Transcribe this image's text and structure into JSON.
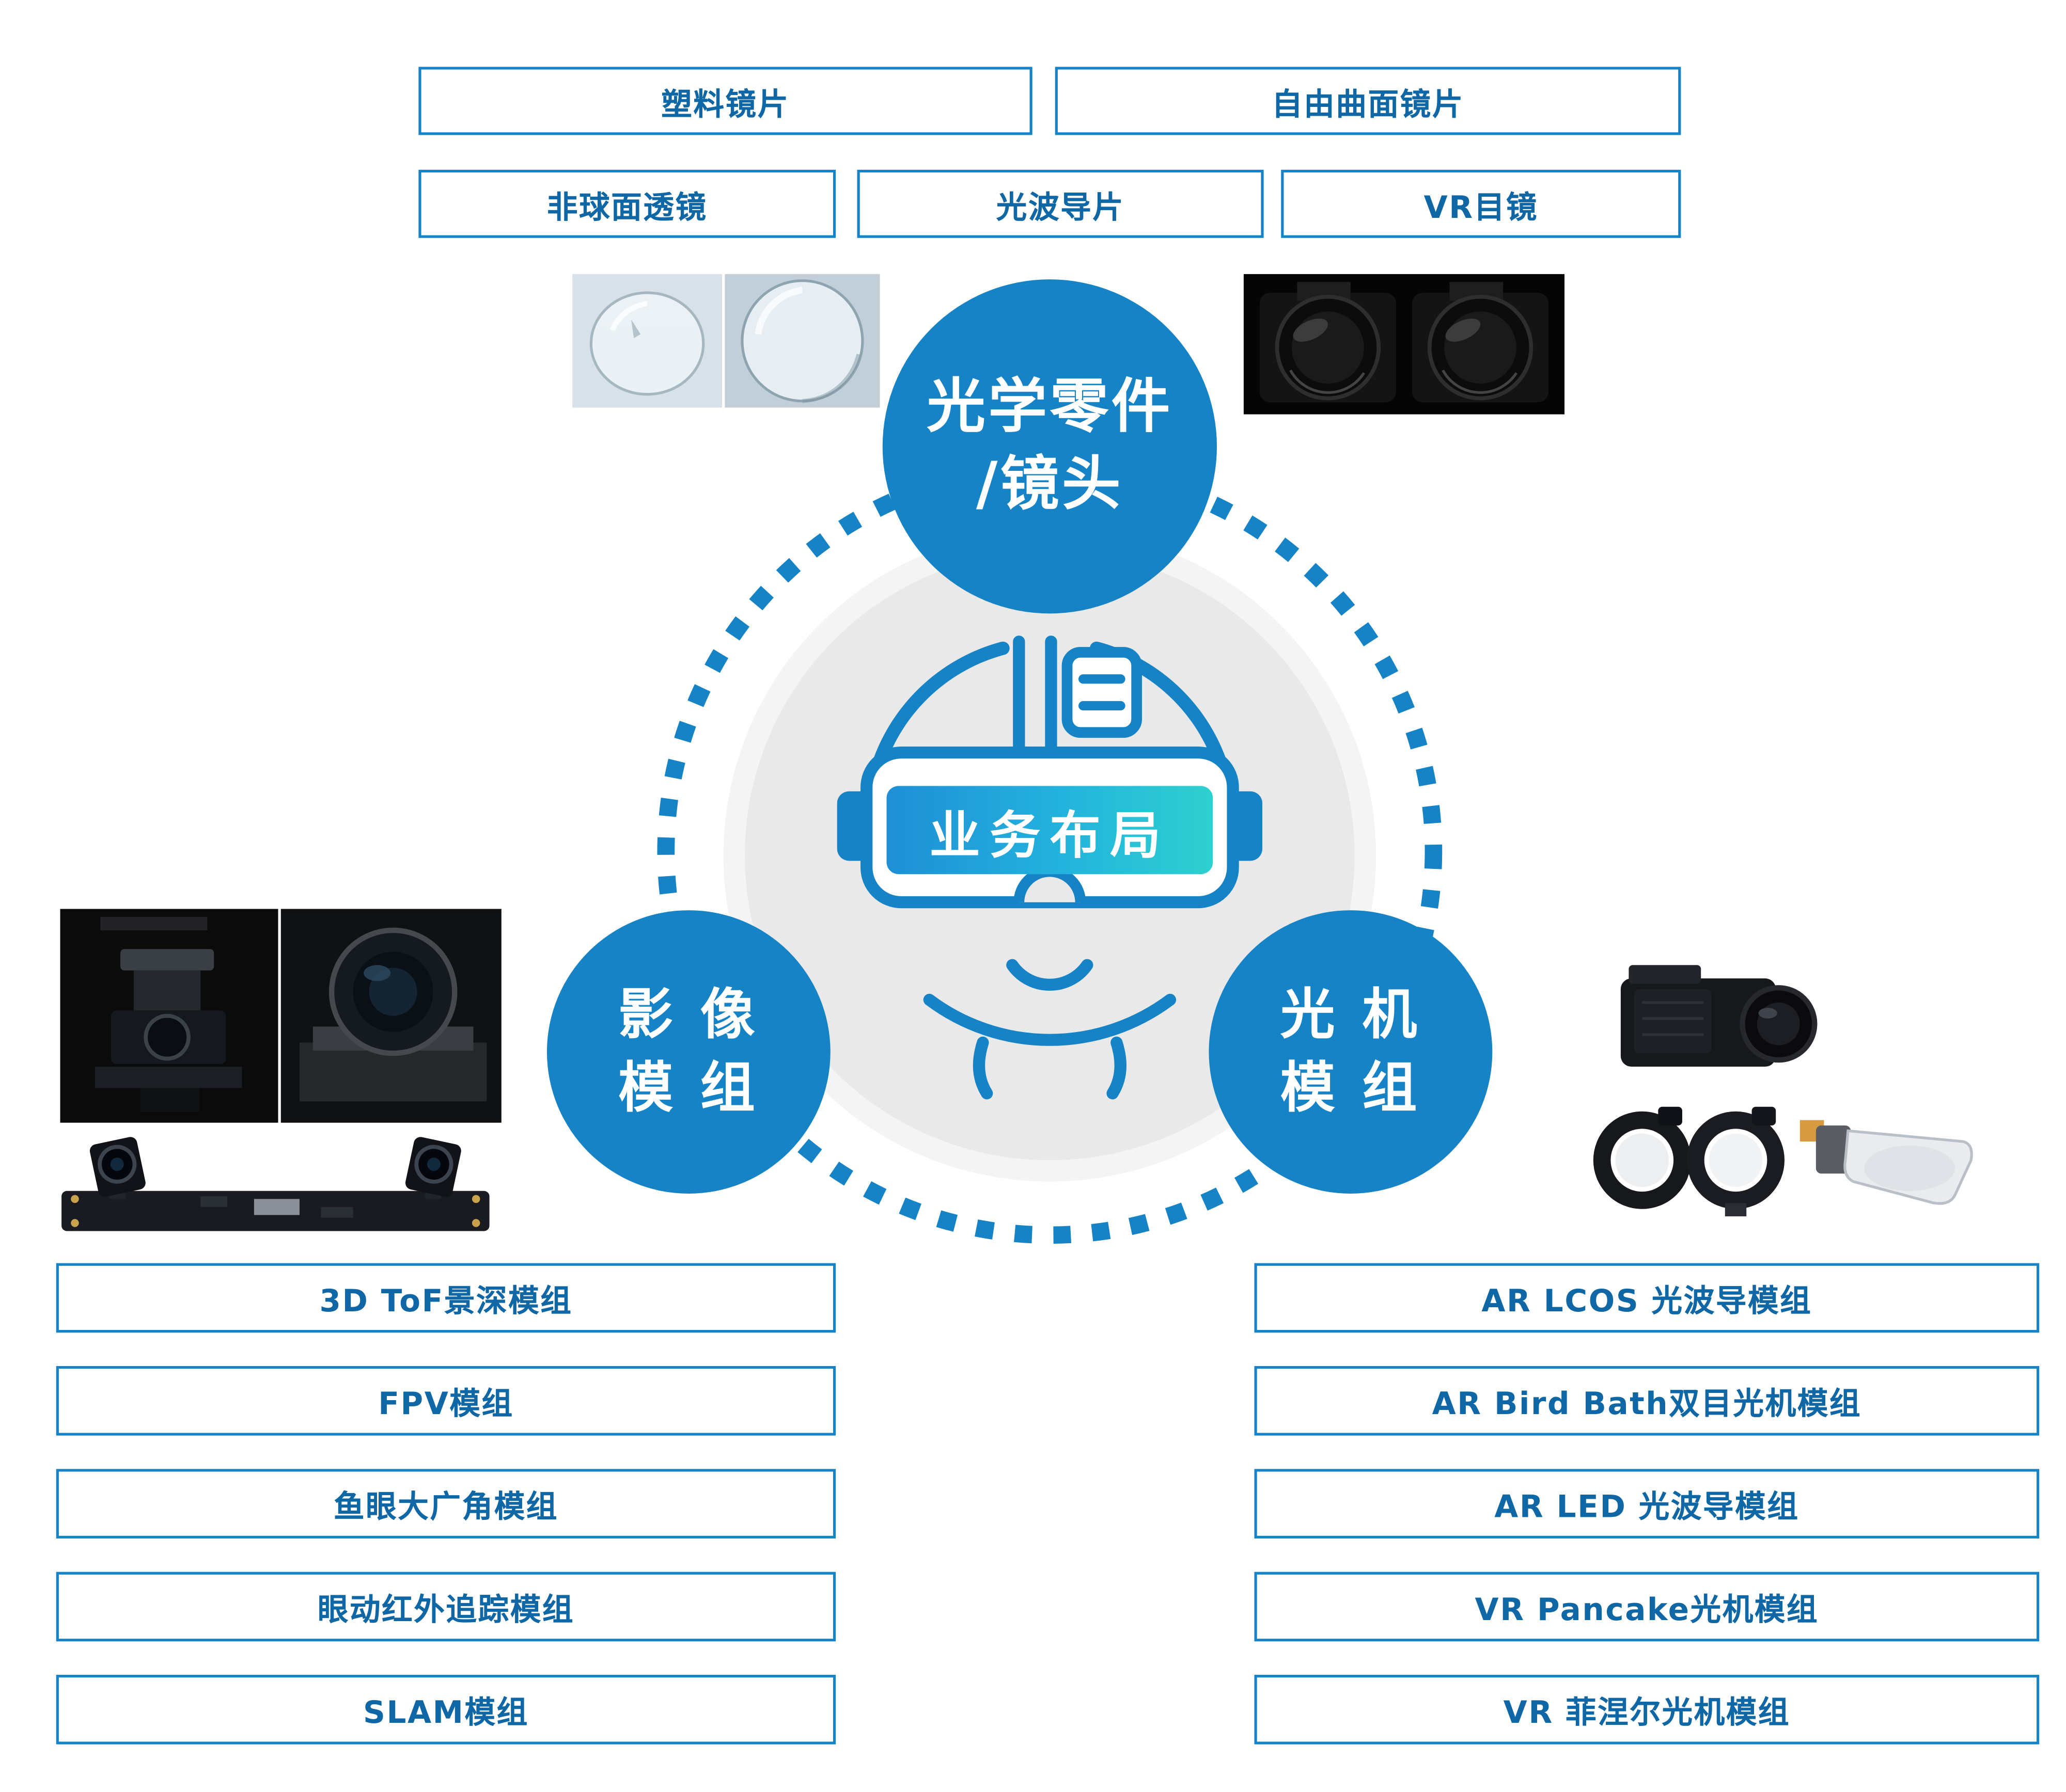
{
  "colors": {
    "primary_blue": "#1583c6",
    "text_blue": "#0f67a5",
    "banner_gradient_start": "#1f8fd6",
    "banner_gradient_end": "#2ed0cf",
    "center_circle_gray": "#e9e9e9"
  },
  "center": {
    "label": "业务布局"
  },
  "nodes": {
    "optics": {
      "line1": "光学零件",
      "line2": "/镜头"
    },
    "imaging": {
      "line1": "影 像",
      "line2": "模 组"
    },
    "engine": {
      "line1": "光 机",
      "line2": "模 组"
    }
  },
  "lens_tags": [
    {
      "label": "塑料镜片"
    },
    {
      "label": "自由曲面镜片"
    },
    {
      "label": "非球面透镜"
    },
    {
      "label": "光波导片"
    },
    {
      "label": "VR目镜"
    }
  ],
  "imaging_modules": [
    {
      "label": "3D ToF景深模组"
    },
    {
      "label": "FPV模组"
    },
    {
      "label": "鱼眼大广角模组"
    },
    {
      "label": "眼动红外追踪模组"
    },
    {
      "label": "SLAM模组"
    }
  ],
  "engine_modules": [
    {
      "label": "AR LCOS 光波导模组"
    },
    {
      "label": "AR Bird Bath双目光机模组"
    },
    {
      "label": "AR LED 光波导模组"
    },
    {
      "label": "VR Pancake光机模组"
    },
    {
      "label": "VR 菲涅尔光机模组"
    }
  ],
  "photos": {
    "plastic_lens_1": "plastic-lens-photo-1",
    "plastic_lens_2": "plastic-lens-photo-2",
    "vr_eyepiece": "vr-eyepiece-photo",
    "camera_module_1": "camera-module-photo-1",
    "camera_module_2": "camera-module-photo-2",
    "stereo_camera_board": "stereo-camera-board-photo",
    "optical_engine": "optical-engine-photo",
    "ar_lightguide": "ar-lightguide-photo"
  }
}
